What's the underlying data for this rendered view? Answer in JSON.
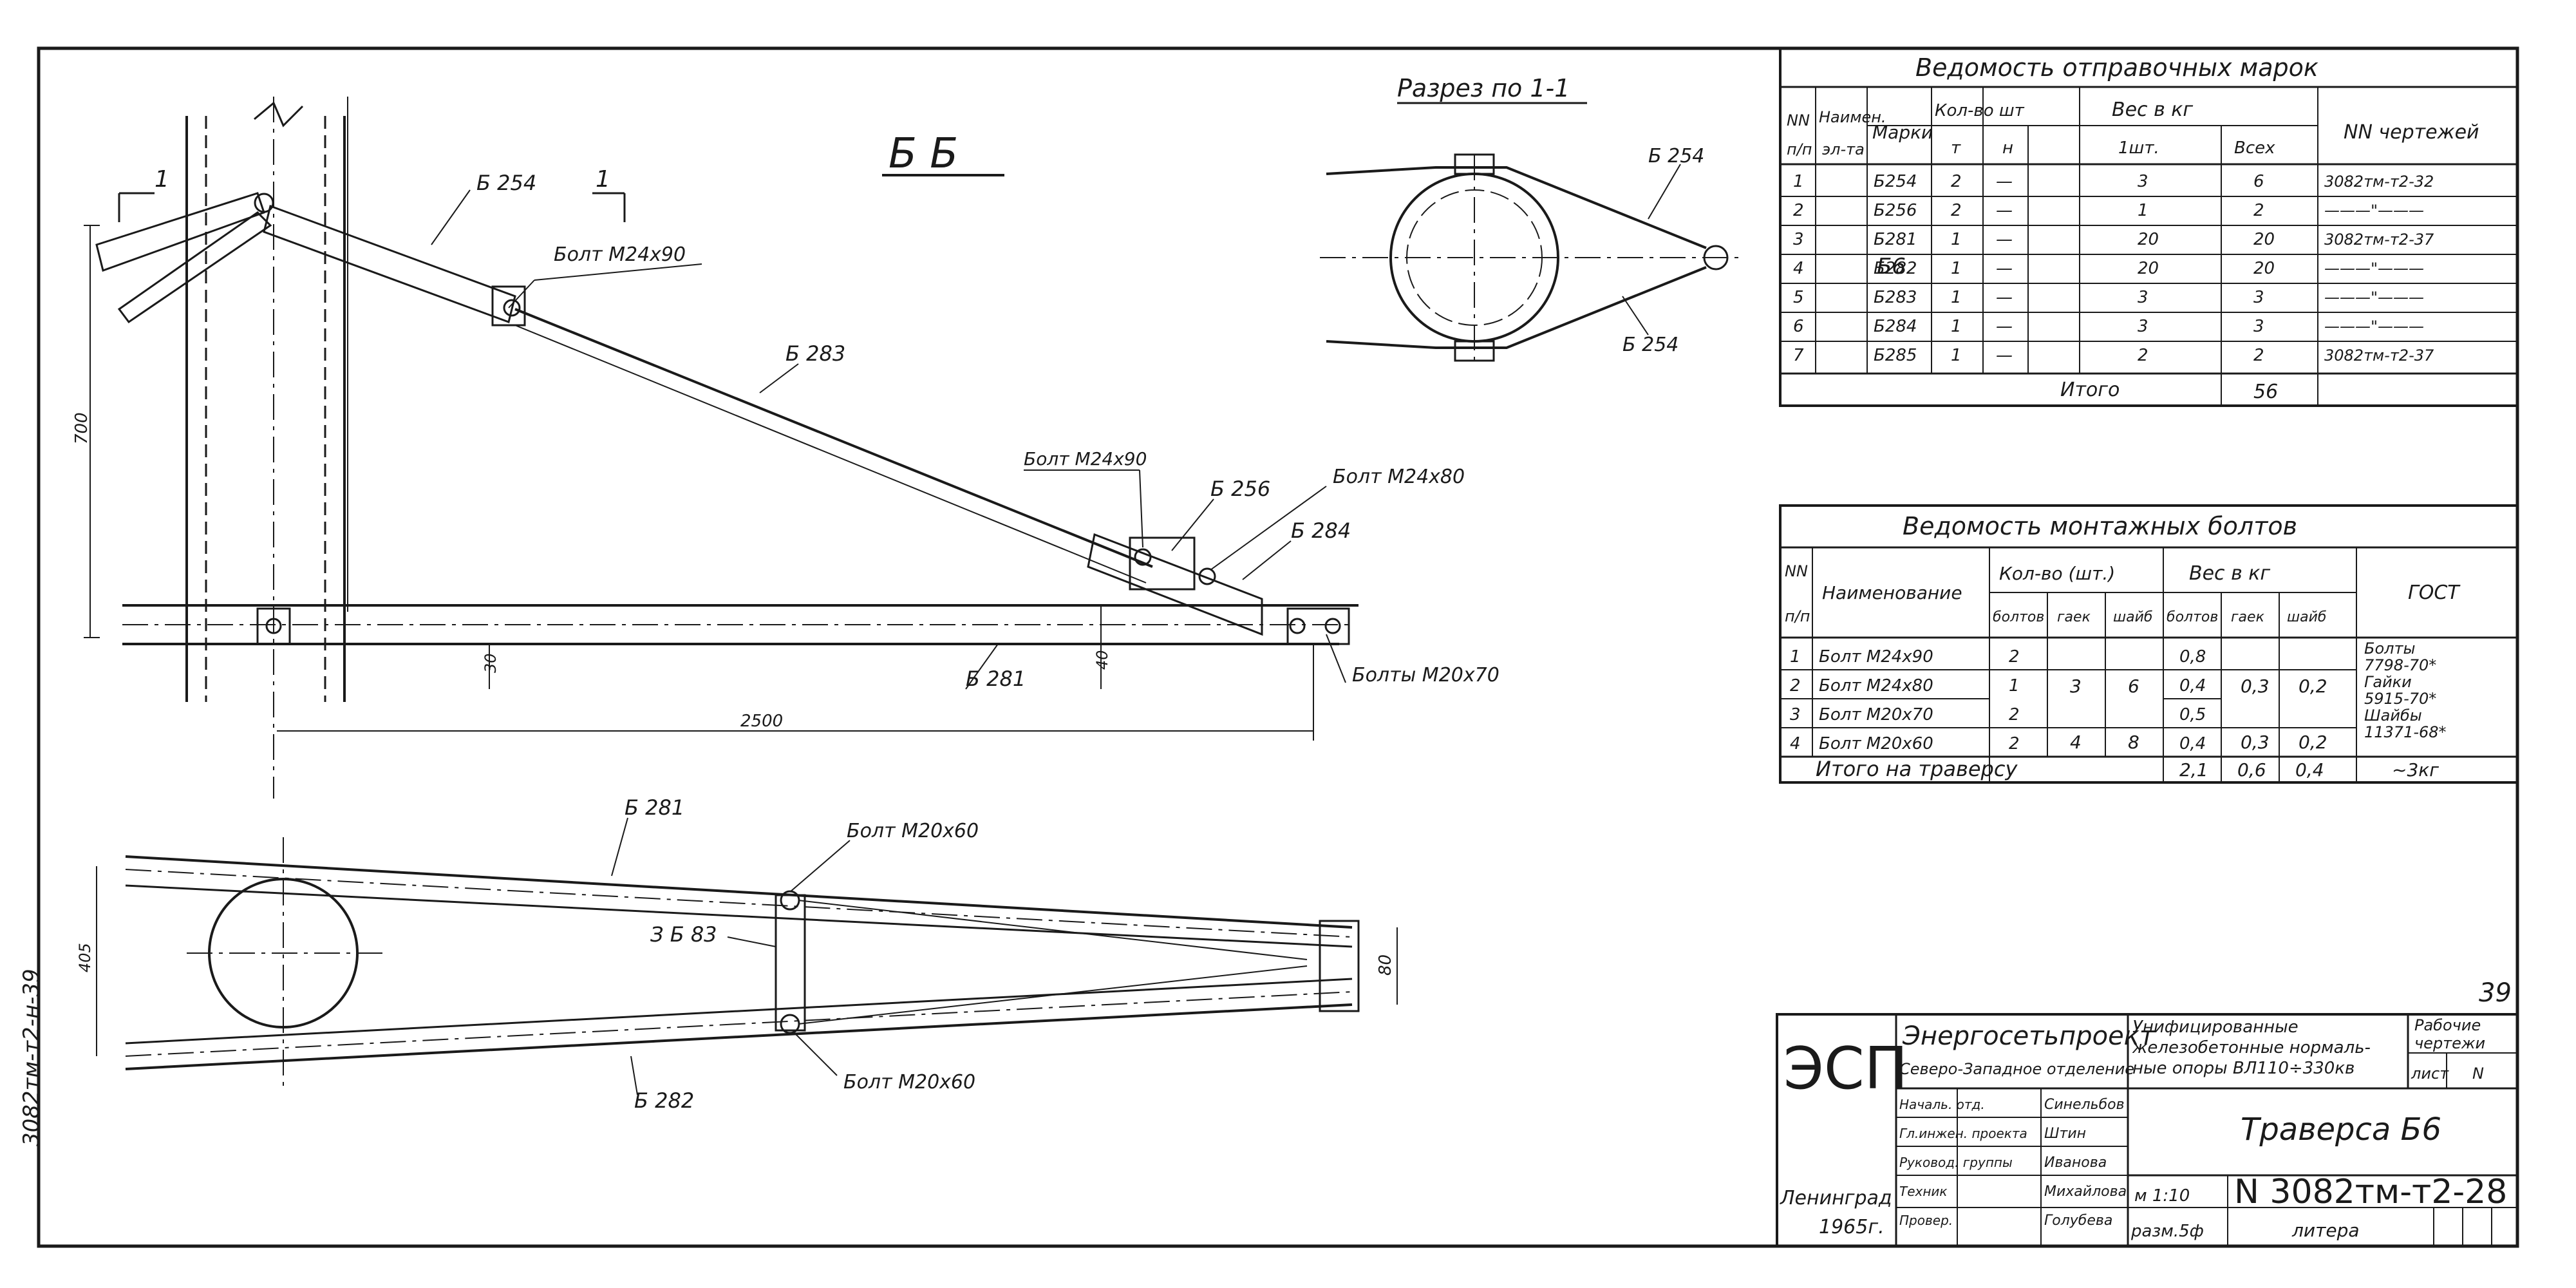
{
  "drawing": {
    "view_label": "Б Б",
    "section_label": "Разрез по 1-1",
    "section_mark": "1",
    "side_code": "3082тм-т2-н-39",
    "dims": {
      "length": "2500",
      "height_left": "700",
      "width_top": "405",
      "width_right": "80",
      "gap": "40",
      "h_small": "30"
    },
    "labels": {
      "b254_top": "Б 254",
      "bolt_m24x90_top": "Болт М24х90",
      "b283": "Б 283",
      "bolt_m24x90_mid": "Болт М24х90",
      "b256": "Б 256",
      "bolt_m24x80": "Болт М24х80",
      "b284": "Б 284",
      "bolts_m20x70": "Болты М20х70",
      "b281_elev": "Б 281",
      "b281_plan": "Б 281",
      "bolt_m20x60_top": "Болт М20х60",
      "b283_plan": "З Б 83",
      "b282": "Б 282",
      "bolt_m20x60_bottom": "Болт М20х60",
      "sec_b254_top": "Б 254",
      "sec_b254_bottom": "Б 254"
    }
  },
  "marks_table": {
    "title": "Ведомость отправочных марок",
    "headers": {
      "num": "NN",
      "num2": "п/п",
      "name": "Наимен.",
      "name2": "эл-та",
      "mark": "Марки",
      "qty": "Кол-во шт",
      "qty_t": "т",
      "qty_n": "н",
      "weight": "Вес в кг",
      "w_one": "1шт.",
      "w_all": "Всех",
      "drawings": "NN чертежей"
    },
    "element": "Б6",
    "rows": [
      {
        "n": "1",
        "mark": "Б254",
        "t": "2",
        "h": "—",
        "w1": "3",
        "wall": "6",
        "dwg": "3082тм-т2-32"
      },
      {
        "n": "2",
        "mark": "Б256",
        "t": "2",
        "h": "—",
        "w1": "1",
        "wall": "2",
        "dwg": "———\"———"
      },
      {
        "n": "3",
        "mark": "Б281",
        "t": "1",
        "h": "—",
        "w1": "20",
        "wall": "20",
        "dwg": "3082тм-т2-37"
      },
      {
        "n": "4",
        "mark": "Б282",
        "t": "1",
        "h": "—",
        "w1": "20",
        "wall": "20",
        "dwg": "———\"———"
      },
      {
        "n": "5",
        "mark": "Б283",
        "t": "1",
        "h": "—",
        "w1": "3",
        "wall": "3",
        "dwg": "———\"———"
      },
      {
        "n": "6",
        "mark": "Б284",
        "t": "1",
        "h": "—",
        "w1": "3",
        "wall": "3",
        "dwg": "———\"———"
      },
      {
        "n": "7",
        "mark": "Б285",
        "t": "1",
        "h": "—",
        "w1": "2",
        "wall": "2",
        "dwg": "3082тм-т2-37"
      }
    ],
    "total_label": "Итого",
    "total_value": "56"
  },
  "bolts_table": {
    "title": "Ведомость монтажных болтов",
    "headers": {
      "num": "NN",
      "num2": "п/п",
      "name": "Наименование",
      "qty": "Кол-во (шт.)",
      "q_b": "болтов",
      "q_g": "гаек",
      "q_s": "шайб",
      "weight": "Вес в кг",
      "w_b": "болтов",
      "w_g": "гаек",
      "w_s": "шайб",
      "gost": "ГОСТ"
    },
    "rows": [
      {
        "n": "1",
        "name": "Болт М24х90",
        "qb": "2",
        "wb": "0,8"
      },
      {
        "n": "2",
        "name": "Болт М24х80",
        "qb": "1",
        "wb": "0,4"
      },
      {
        "n": "3",
        "name": "Болт М20х70",
        "qb": "2",
        "wb": "0,5"
      },
      {
        "n": "4",
        "name": "Болт М20х60",
        "qb": "2",
        "wb": "0,4"
      }
    ],
    "group1": {
      "g": "3",
      "s": "6",
      "wg": "0,3",
      "ws": "0,2"
    },
    "group2": {
      "g": "4",
      "s": "8",
      "wg": "0,3",
      "ws": "0,2"
    },
    "gost_lines": [
      "Болты",
      "7798-70*",
      "Гайки",
      "5915-70*",
      "Шайбы",
      "11371-68*"
    ],
    "total_label": "Итого на траверсу",
    "total_wb": "2,1",
    "total_wg": "0,6",
    "total_ws": "0,4",
    "total_gost": "~3кг"
  },
  "title_block": {
    "logo": "ЭСП",
    "org": "Энергосетьпроект",
    "branch": "Северо-Западное отделение",
    "project_lines": [
      "Унифицированные",
      "железобетонные нормаль-",
      "ные опоры ВЛ110÷330кв"
    ],
    "stage_lines": [
      "Рабочие",
      "чертежи"
    ],
    "sheet_label": "лист",
    "sheet_value": "N",
    "sheet_number": "39",
    "roles": [
      {
        "role": "Началь. отд.",
        "name": "Синельбов"
      },
      {
        "role": "Гл.инжен. проекта",
        "name": "Штин"
      },
      {
        "role": "Руковод. группы",
        "name": "Иванова"
      },
      {
        "role": "Техник",
        "name": "Михайлова"
      },
      {
        "role": "Провер.",
        "name": "Голубева"
      }
    ],
    "drawing_title": "Траверса Б6",
    "scale": "м 1:10",
    "format": "разм.5ф",
    "number": "N 3082тм-т2-28",
    "litera": "литера",
    "city": "Ленинград",
    "year": "1965г."
  }
}
